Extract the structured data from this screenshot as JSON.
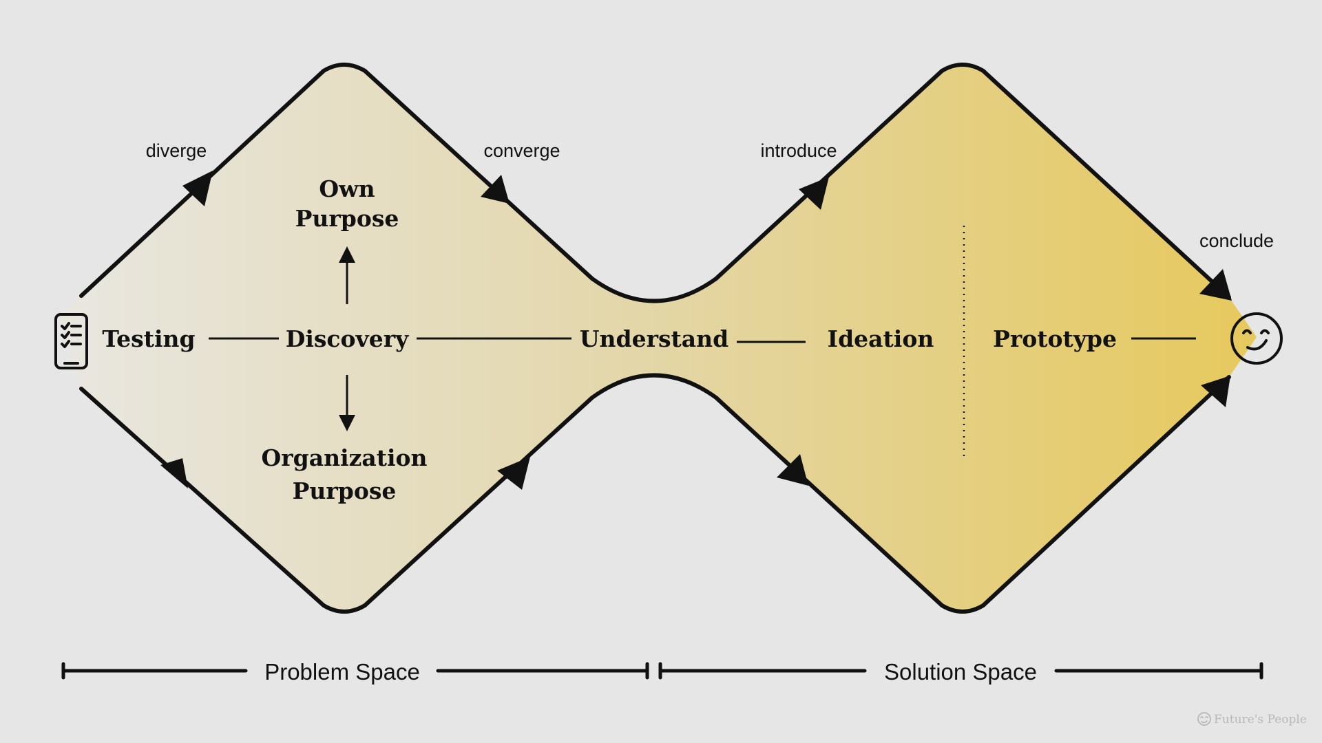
{
  "diagram": {
    "start_icon": "checklist-phone-icon",
    "end_icon": "smiling-face-icon",
    "stages": {
      "testing": "Testing",
      "discovery": "Discovery",
      "own_purpose": [
        "Own",
        "Purpose"
      ],
      "organization_purpose": [
        "Organization",
        "Purpose"
      ],
      "understand": "Understand",
      "ideation": "Ideation",
      "prototype": "Prototype"
    },
    "verbs": {
      "diverge": "diverge",
      "converge": "converge",
      "introduce": "introduce",
      "conclude": "conclude"
    },
    "spaces": {
      "problem": "Problem Space",
      "solution": "Solution Space"
    },
    "brand": {
      "icon": "smiley-logo-icon",
      "name": "Future's People"
    },
    "colors": {
      "background": "#e6e6e6",
      "gradient_start": "#e8e6df",
      "gradient_mid": "#e3d7ab",
      "gradient_end": "#e6c85a",
      "stroke": "#111111"
    }
  }
}
